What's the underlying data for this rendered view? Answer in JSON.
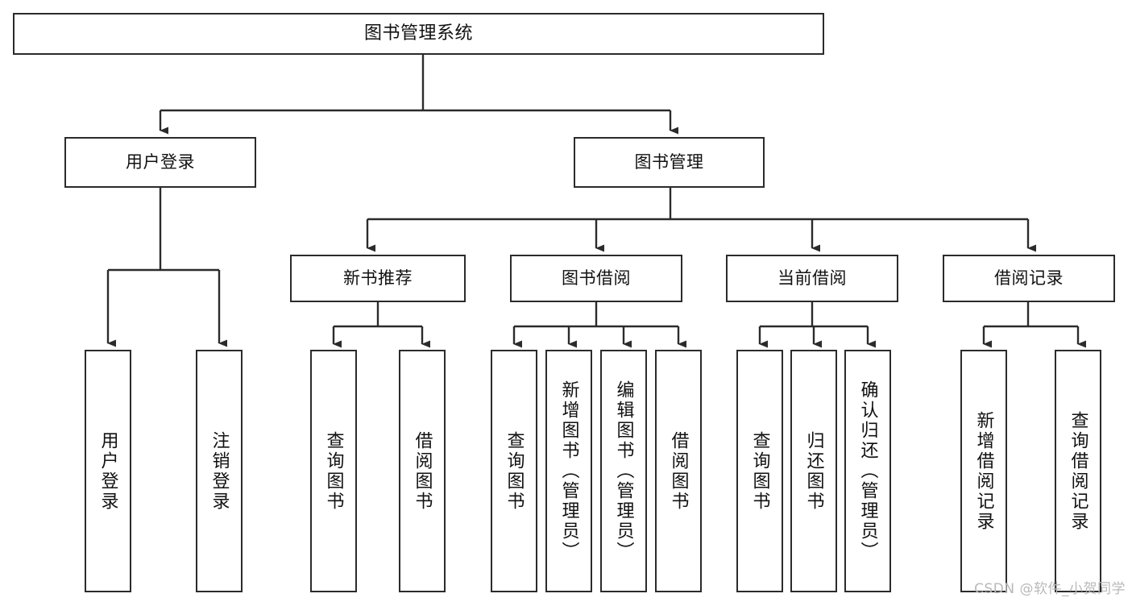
{
  "diagram": {
    "title": "图书管理系统",
    "watermark": "CSDN @软件_小贺同学",
    "line_color": "#2b2b2b",
    "box_fill": "#ffffff",
    "text_color": "#111111",
    "nodes": {
      "root": {
        "label": "图书管理系统"
      },
      "level2": [
        {
          "id": "user-login",
          "label": "用户登录"
        },
        {
          "id": "book-manage",
          "label": "图书管理"
        }
      ],
      "level3": [
        {
          "id": "new-book-recommend",
          "label": "新书推荐"
        },
        {
          "id": "book-borrow",
          "label": "图书借阅"
        },
        {
          "id": "current-borrow",
          "label": "当前借阅"
        },
        {
          "id": "borrow-record",
          "label": "借阅记录"
        }
      ],
      "leaves": {
        "user-login": [
          {
            "id": "leaf-user-login",
            "label": "用户登录"
          },
          {
            "id": "leaf-user-logout",
            "label": "注销登录"
          }
        ],
        "new-book-recommend": [
          {
            "id": "leaf-query-book-1",
            "label": "查询图书"
          },
          {
            "id": "leaf-borrow-book-1",
            "label": "借阅图书"
          }
        ],
        "book-borrow": [
          {
            "id": "leaf-query-book-2",
            "label": "查询图书"
          },
          {
            "id": "leaf-add-book",
            "label": "新增图书（管理员）"
          },
          {
            "id": "leaf-edit-book",
            "label": "编辑图书（管理员）"
          },
          {
            "id": "leaf-borrow-book-2",
            "label": "借阅图书"
          }
        ],
        "current-borrow": [
          {
            "id": "leaf-query-book-3",
            "label": "查询图书"
          },
          {
            "id": "leaf-return-book",
            "label": "归还图书"
          },
          {
            "id": "leaf-confirm-return",
            "label": "确认归还（管理员）"
          }
        ],
        "borrow-record": [
          {
            "id": "leaf-add-record",
            "label": "新增借阅记录"
          },
          {
            "id": "leaf-query-record",
            "label": "查询借阅记录"
          }
        ]
      }
    }
  }
}
